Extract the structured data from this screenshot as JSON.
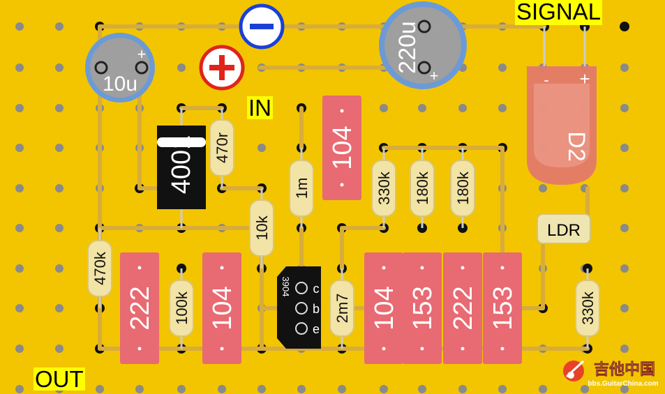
{
  "labels": {
    "signal": "SIGNAL",
    "in": "IN",
    "out": "OUT"
  },
  "capacitors_electrolytic": [
    {
      "value": "10u",
      "polarity": "+"
    },
    {
      "value": "220u",
      "polarity": "+"
    }
  ],
  "power_terminals": {
    "negative": "−",
    "positive": "+"
  },
  "resistors": [
    "470r",
    "1m",
    "10k",
    "330k",
    "180k",
    "180k",
    "470k",
    "100k",
    "2m7",
    "330k"
  ],
  "film_capacitors": [
    "104",
    "222",
    "104",
    "104",
    "153",
    "222",
    "153"
  ],
  "diode": {
    "value": "4001"
  },
  "led": {
    "name": "D2",
    "minus": "-",
    "plus": "+"
  },
  "ldr": {
    "label": "LDR"
  },
  "transistor": {
    "part": "3904",
    "pins": [
      "c",
      "b",
      "e"
    ]
  },
  "watermark": {
    "brand": "吉他中国",
    "url": "bbs.GuitarChina.com"
  },
  "colors": {
    "board": "#f2c500",
    "strip": "#d8ac3a",
    "hole": "#8a8a8a",
    "resistor": "#f2e3a6",
    "film_cap": "#e86a72",
    "led": "#e27a6a",
    "ldr": "#efe5b0",
    "electrolytic": "#8ab0e0"
  }
}
